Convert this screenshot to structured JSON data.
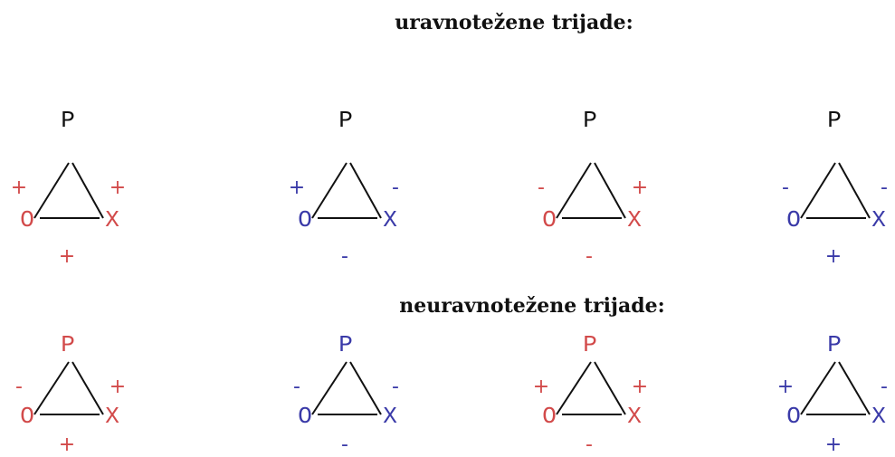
{
  "colors": {
    "positive": "#d24a4a",
    "negative": "#3a3aa8",
    "neutral": "#111111",
    "line": "#111111"
  },
  "headings": {
    "balanced": "uravnotežene trijade:",
    "unbalanced": "neuravnotežene trijade:"
  },
  "triads": {
    "balanced": [
      {
        "P": {
          "label": "P",
          "color": "neutral"
        },
        "O": {
          "label": "O",
          "color": "positive"
        },
        "X": {
          "label": "X",
          "color": "positive"
        },
        "signs": {
          "PO": "+",
          "PX": "+",
          "OX": "+"
        },
        "sign_colors": {
          "PO": "positive",
          "PX": "positive",
          "OX": "positive"
        }
      },
      {
        "P": {
          "label": "P",
          "color": "neutral"
        },
        "O": {
          "label": "O",
          "color": "negative"
        },
        "X": {
          "label": "X",
          "color": "negative"
        },
        "signs": {
          "PO": "+",
          "PX": "-",
          "OX": "-"
        },
        "sign_colors": {
          "PO": "negative",
          "PX": "negative",
          "OX": "negative"
        }
      },
      {
        "P": {
          "label": "P",
          "color": "neutral"
        },
        "O": {
          "label": "O",
          "color": "positive"
        },
        "X": {
          "label": "X",
          "color": "positive"
        },
        "signs": {
          "PO": "-",
          "PX": "+",
          "OX": "-"
        },
        "sign_colors": {
          "PO": "positive",
          "PX": "positive",
          "OX": "positive"
        }
      },
      {
        "P": {
          "label": "P",
          "color": "neutral"
        },
        "O": {
          "label": "O",
          "color": "negative"
        },
        "X": {
          "label": "X",
          "color": "negative"
        },
        "signs": {
          "PO": "-",
          "PX": "-",
          "OX": "+"
        },
        "sign_colors": {
          "PO": "negative",
          "PX": "negative",
          "OX": "negative"
        }
      }
    ],
    "unbalanced": [
      {
        "P": {
          "label": "P",
          "color": "positive"
        },
        "O": {
          "label": "O",
          "color": "positive"
        },
        "X": {
          "label": "X",
          "color": "positive"
        },
        "signs": {
          "PO": "-",
          "PX": "+",
          "OX": "+"
        },
        "sign_colors": {
          "PO": "positive",
          "PX": "positive",
          "OX": "positive"
        }
      },
      {
        "P": {
          "label": "P",
          "color": "negative"
        },
        "O": {
          "label": "O",
          "color": "negative"
        },
        "X": {
          "label": "X",
          "color": "negative"
        },
        "signs": {
          "PO": "-",
          "PX": "-",
          "OX": "-"
        },
        "sign_colors": {
          "PO": "negative",
          "PX": "negative",
          "OX": "negative"
        }
      },
      {
        "P": {
          "label": "P",
          "color": "positive"
        },
        "O": {
          "label": "O",
          "color": "positive"
        },
        "X": {
          "label": "X",
          "color": "positive"
        },
        "signs": {
          "PO": "+",
          "PX": "+",
          "OX": "-"
        },
        "sign_colors": {
          "PO": "positive",
          "PX": "positive",
          "OX": "positive"
        }
      },
      {
        "P": {
          "label": "P",
          "color": "negative"
        },
        "O": {
          "label": "O",
          "color": "negative"
        },
        "X": {
          "label": "X",
          "color": "negative"
        },
        "signs": {
          "PO": "+",
          "PX": "-",
          "OX": "+"
        },
        "sign_colors": {
          "PO": "negative",
          "PX": "negative",
          "OX": "negative"
        }
      }
    ]
  }
}
